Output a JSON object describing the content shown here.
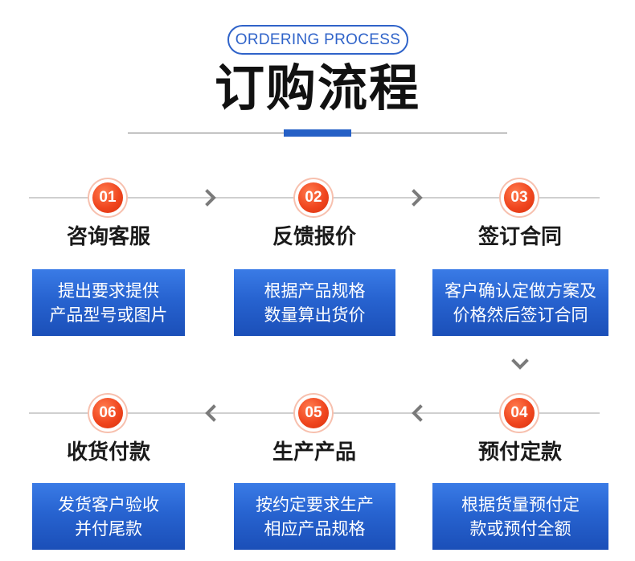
{
  "header": {
    "subtitle": "ORDERING PROCESS",
    "title": "订购流程"
  },
  "steps": [
    {
      "number": "01",
      "title": "咨询客服",
      "lines": [
        "提出要求提供",
        "产品型号或图片"
      ]
    },
    {
      "number": "02",
      "title": "反馈报价",
      "lines": [
        "根据产品规格",
        "数量算出货价"
      ]
    },
    {
      "number": "03",
      "title": "签订合同",
      "lines": [
        "客户确认定做方案及",
        "价格然后签订合同"
      ]
    },
    {
      "number": "04",
      "title": "预付定款",
      "lines": [
        "根据货量预付定",
        "款或预付全额"
      ]
    },
    {
      "number": "05",
      "title": "生产产品",
      "lines": [
        "按约定要求生产",
        "相应产品规格"
      ]
    },
    {
      "number": "06",
      "title": "收货付款",
      "lines": [
        "发货客户验收",
        "并付尾款"
      ]
    }
  ],
  "icons": {
    "arrow_row1": "chevron-right-icon",
    "arrow_down": "chevron-down-icon",
    "arrow_row2": "chevron-left-icon"
  },
  "colors": {
    "accent_blue": "#2560c6",
    "badge_red": "#f0461f"
  }
}
